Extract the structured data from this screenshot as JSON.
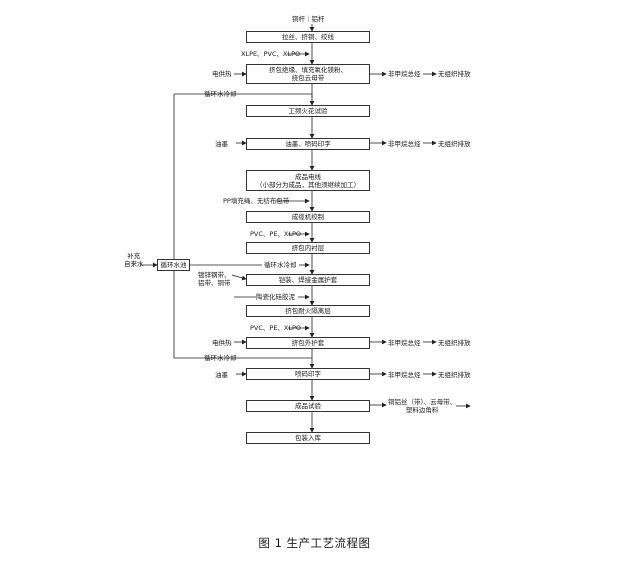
{
  "top_input": "铜杆｜铝杆",
  "steps": [
    "拉丝、挤铜、绞线",
    "挤包绝缘、填充氧化镁粉、\n绕包云母带",
    "工频火花试验",
    "油墨、喷码印字",
    "成品电线\n（小部分为成品，其他须继续加工）",
    "成缆机绞制",
    "挤包内衬层",
    "铠装、焊接金属护套",
    "挤包耐火隔离层",
    "挤包外护套",
    "喷码印字",
    "成品试验",
    "包装入库"
  ],
  "inputs": {
    "xlpe_1": "XLPE、PVC、XLPO",
    "power_1": "电供热",
    "cooling_1": "循环水冷却",
    "ink_1": "油墨",
    "pp_rope": "PP填充绳、无纺布包带",
    "pvc_2": "PVC、PE、XLPO",
    "cooling_2": "循环水冷却",
    "armor_materials": "镀锌钢带、\n铝带、铜带",
    "ceramic": "陶瓷化硅胶泥",
    "pvc_3": "PVC、PE、XLPO",
    "power_2": "电供热",
    "cooling_3": "循环水冷却",
    "ink_2": "油墨"
  },
  "outputs": {
    "nmhc": "非甲烷总烃",
    "unorganized": "无组织排放",
    "scrap": "铜铝丝（带）、云母带、\n塑料边角料"
  },
  "water": {
    "tank": "循环水池",
    "makeup": "补充\n自来水"
  },
  "caption": "图 1  生产工艺流程图"
}
